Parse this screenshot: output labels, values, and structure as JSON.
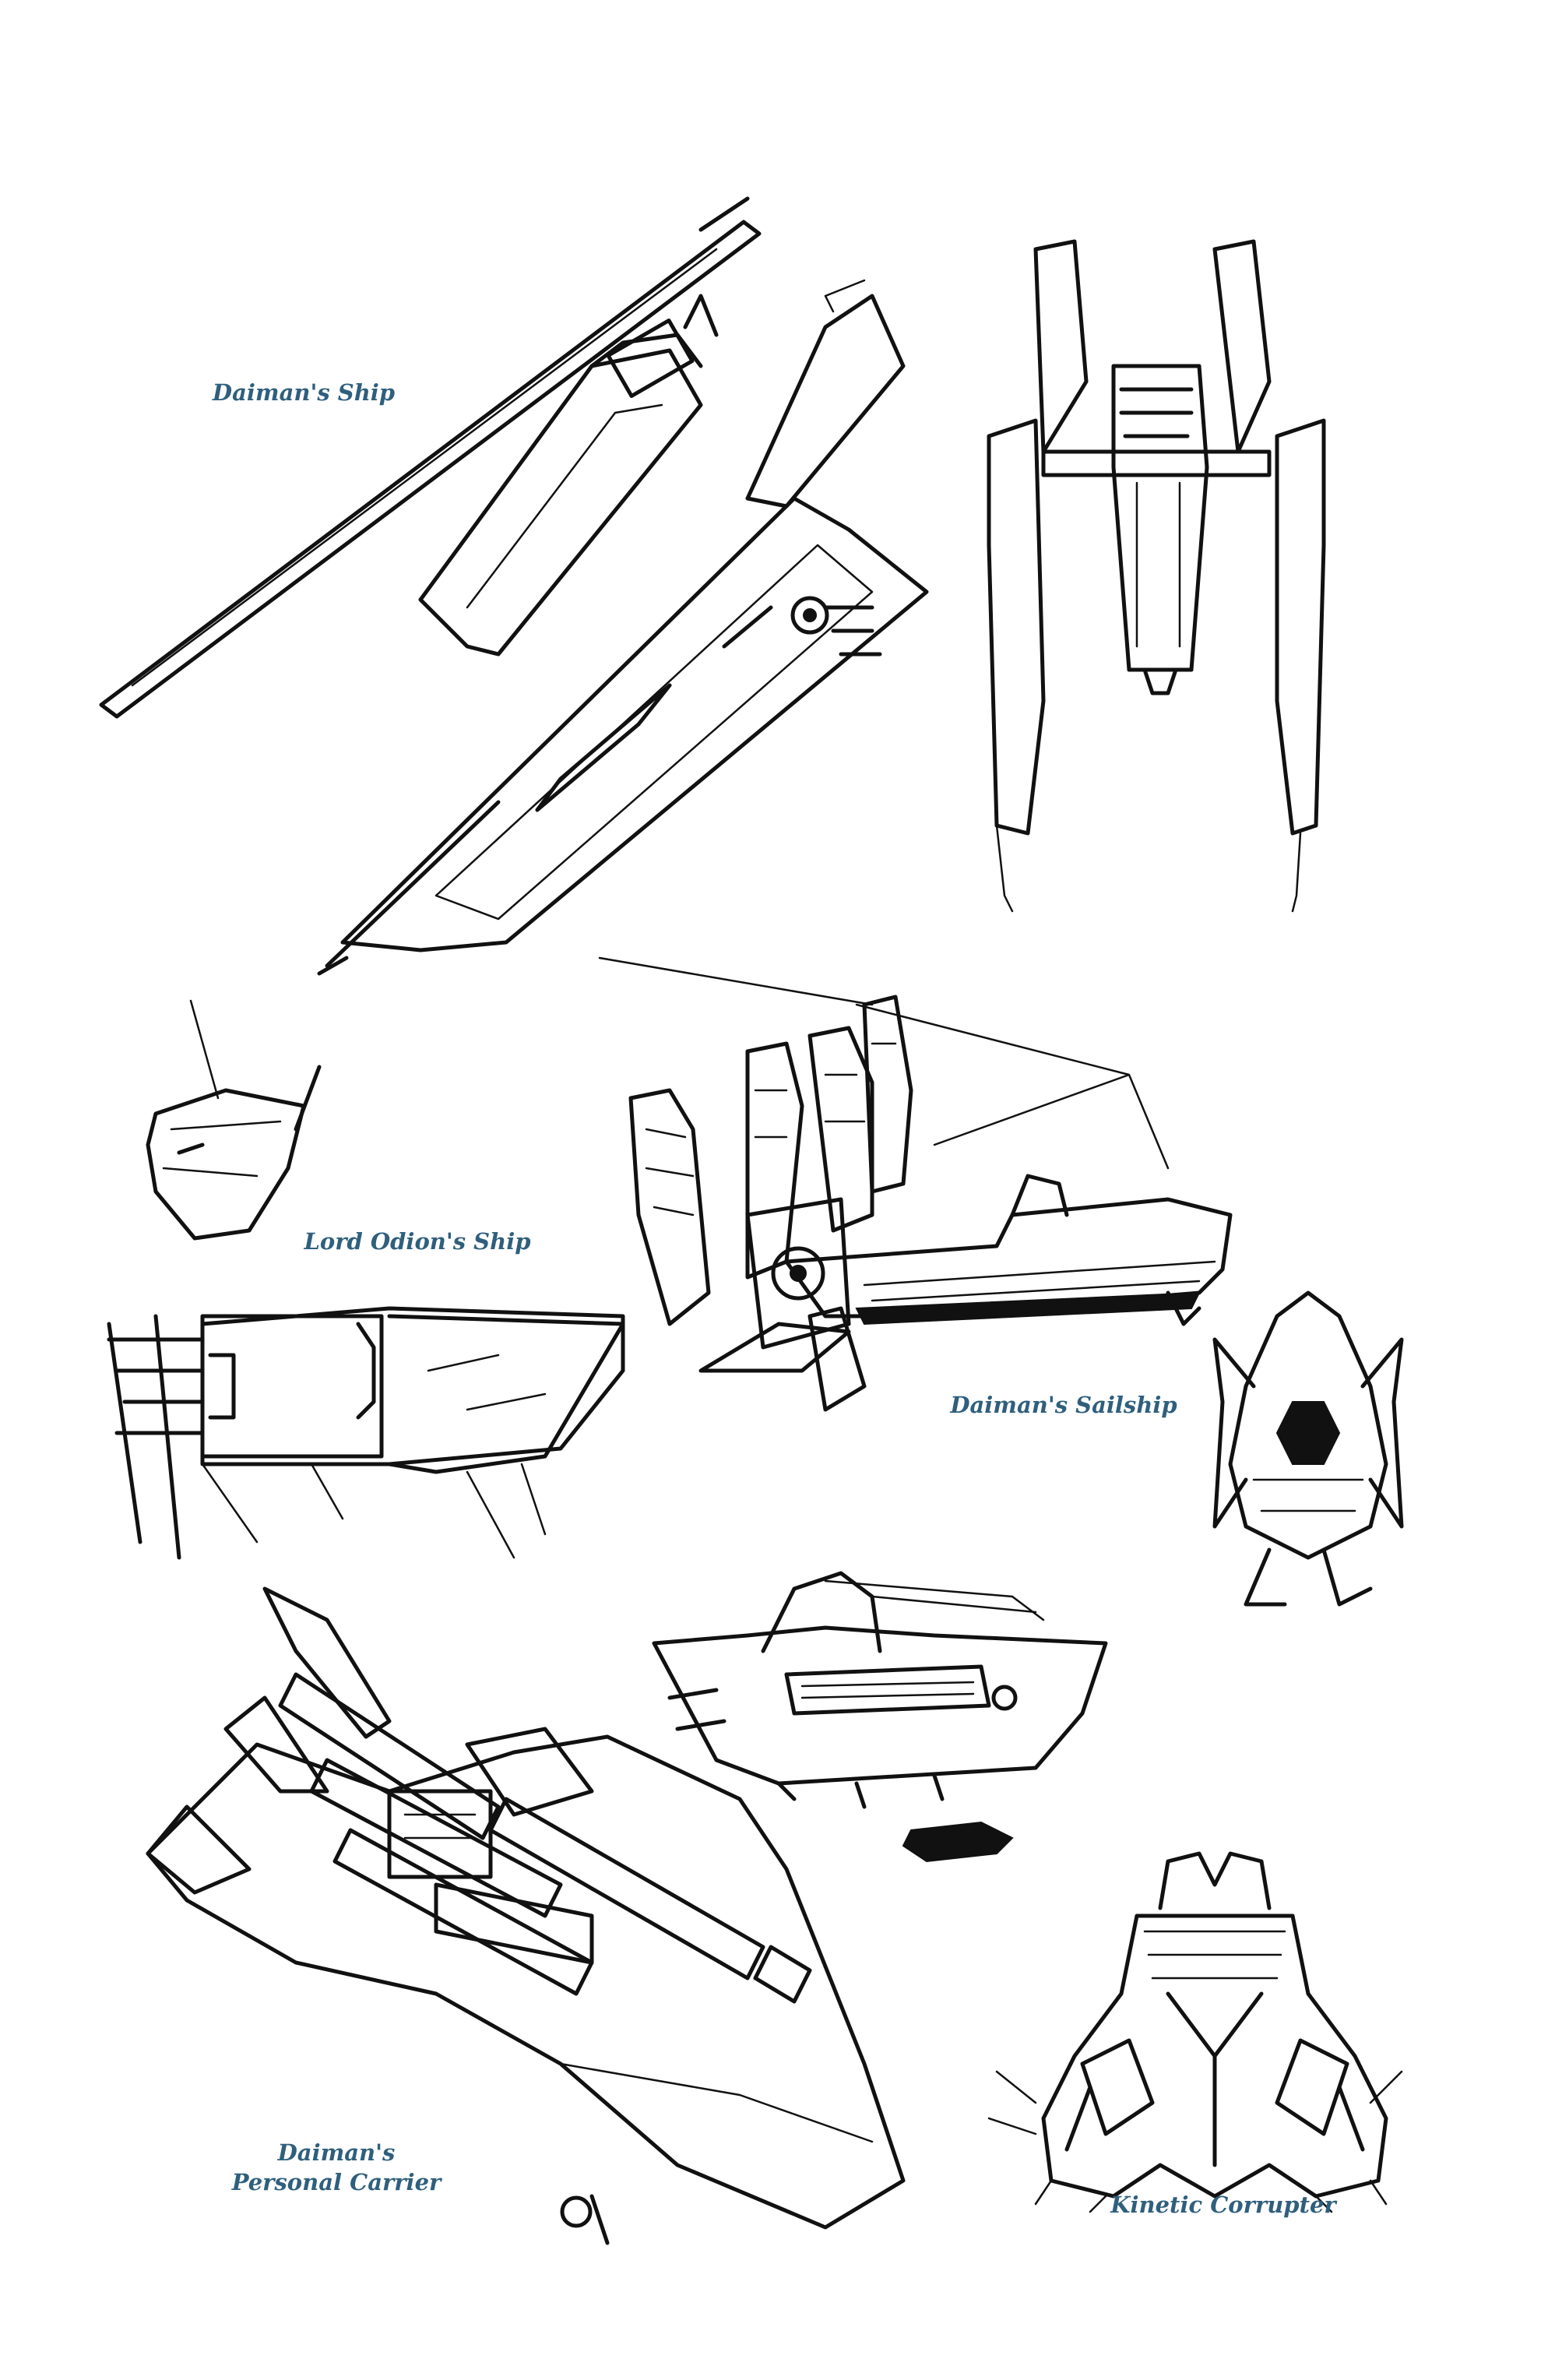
{
  "captions": {
    "daimans_ship": "Daiman's Ship",
    "lord_odions_ship": "Lord Odion's Ship",
    "daimans_sailship": "Daiman's Sailship",
    "carrier_line1": "Daiman's",
    "carrier_line2": "Personal Carrier",
    "kinetic_corrupter": "Kinetic Corrupter"
  },
  "colors": {
    "caption": "#2f5f7d",
    "ink": "#111111",
    "paper": "#ffffff"
  }
}
